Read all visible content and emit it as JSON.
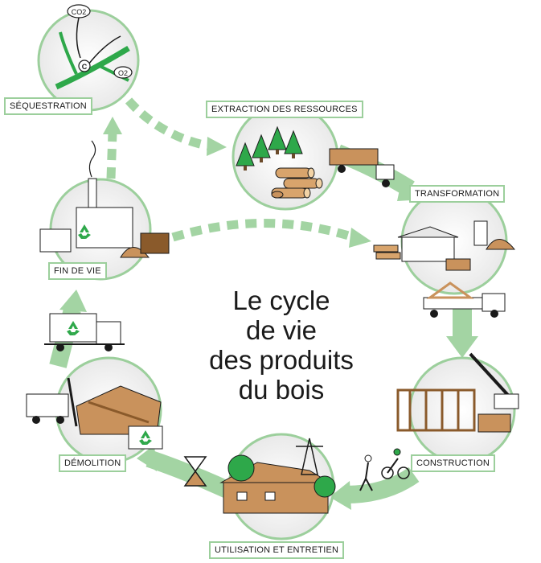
{
  "title": {
    "line1": "Le cycle",
    "line2": "de vie",
    "line3": "des produits",
    "line4": "du bois"
  },
  "stages": {
    "sequestration": "SÉQUESTRATION",
    "extraction": "EXTRACTION DES RESSOURCES",
    "transformation": "TRANSFORMATION",
    "construction": "CONSTRUCTION",
    "utilisation": "UTILISATION ET ENTRETIEN",
    "demolition": "DÉMOLITION",
    "fin_de_vie": "FIN DE VIE"
  },
  "chemistry": {
    "co2": "CO2",
    "carbon": "C",
    "o2": "O2"
  },
  "colors": {
    "arrow_green": "#a3d4a3",
    "label_border": "#9ccf9c",
    "ink": "#1a1a1a",
    "wood": "#c9925c",
    "tree_green": "#2ea84a"
  },
  "icons": [
    "recycle-icon",
    "co2-bubble-icon",
    "o2-bubble-icon",
    "carbon-icon",
    "hourglass-icon",
    "truck-icon",
    "pine-tree-icon",
    "pylon-icon"
  ]
}
